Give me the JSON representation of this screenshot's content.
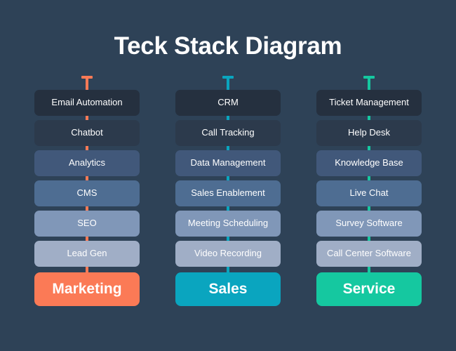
{
  "title": "Teck Stack Diagram",
  "theme": {
    "background": "#2e4257",
    "text": "#ffffff",
    "node_shades": [
      "#25303f",
      "#2c3a4c",
      "#41587a",
      "#4e6d92",
      "#8097b8",
      "#a0aec6"
    ]
  },
  "columns": [
    {
      "id": "marketing",
      "accent_color": "#fb7a56",
      "connector_icon": "t-cap-connector-icon",
      "nodes": [
        "Email Automation",
        "Chatbot",
        "Analytics",
        "CMS",
        "SEO",
        "Lead Gen"
      ],
      "footer": "Marketing"
    },
    {
      "id": "sales",
      "accent_color": "#0aa5bf",
      "connector_icon": "t-cap-connector-icon",
      "nodes": [
        "CRM",
        "Call Tracking",
        "Data Management",
        "Sales Enablement",
        "Meeting Scheduling",
        "Video Recording"
      ],
      "footer": "Sales"
    },
    {
      "id": "service",
      "accent_color": "#15c8a0",
      "connector_icon": "t-cap-connector-icon",
      "nodes": [
        "Ticket Management",
        "Help Desk",
        "Knowledge Base",
        "Live Chat",
        "Survey Software",
        "Call Center Software"
      ],
      "footer": "Service"
    }
  ]
}
